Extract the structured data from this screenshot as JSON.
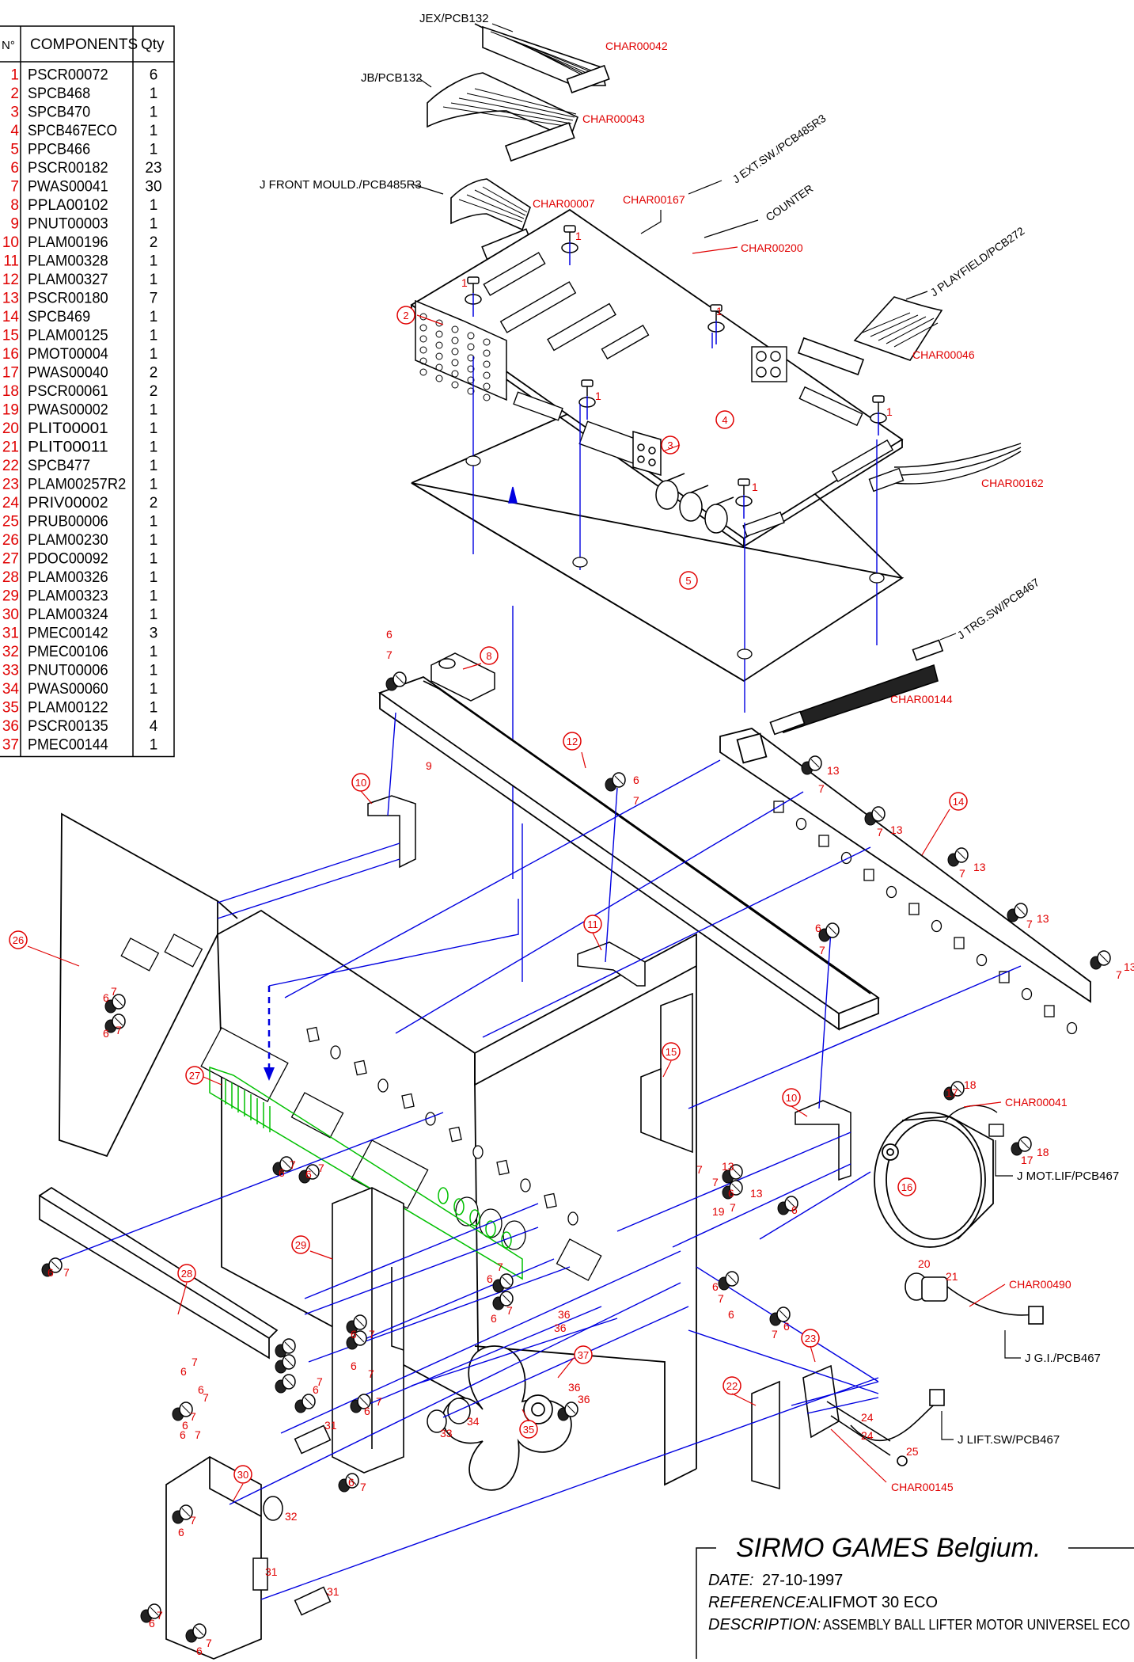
{
  "bom": {
    "headers": {
      "no": "N°",
      "component": "COMPONENTS",
      "qty": "Qty"
    },
    "rows": [
      {
        "no": "1",
        "component": "PSCR00072",
        "qty": "6"
      },
      {
        "no": "2",
        "component": "SPCB468",
        "qty": "1"
      },
      {
        "no": "3",
        "component": "SPCB470",
        "qty": "1"
      },
      {
        "no": "4",
        "component": "SPCB467ECO",
        "qty": "1"
      },
      {
        "no": "5",
        "component": "PPCB466",
        "qty": "1"
      },
      {
        "no": "6",
        "component": "PSCR00182",
        "qty": "23"
      },
      {
        "no": "7",
        "component": "PWAS00041",
        "qty": "30"
      },
      {
        "no": "8",
        "component": "PPLA00102",
        "qty": "1"
      },
      {
        "no": "9",
        "component": "PNUT00003",
        "qty": "1"
      },
      {
        "no": "10",
        "component": "PLAM00196",
        "qty": "2"
      },
      {
        "no": "11",
        "component": "PLAM00328",
        "qty": "1"
      },
      {
        "no": "12",
        "component": "PLAM00327",
        "qty": "1"
      },
      {
        "no": "13",
        "component": "PSCR00180",
        "qty": "7"
      },
      {
        "no": "14",
        "component": "SPCB469",
        "qty": "1"
      },
      {
        "no": "15",
        "component": "PLAM00125",
        "qty": "1"
      },
      {
        "no": "16",
        "component": "PMOT00004",
        "qty": "1"
      },
      {
        "no": "17",
        "component": "PWAS00040",
        "qty": "2"
      },
      {
        "no": "18",
        "component": "PSCR00061",
        "qty": "2"
      },
      {
        "no": "19",
        "component": "PWAS00002",
        "qty": "1"
      },
      {
        "no": "20",
        "component": "PLIT00001",
        "qty": "1"
      },
      {
        "no": "21",
        "component": "PLIT00011",
        "qty": "1"
      },
      {
        "no": "22",
        "component": "SPCB477",
        "qty": "1"
      },
      {
        "no": "23",
        "component": "PLAM00257R2",
        "qty": "1"
      },
      {
        "no": "24",
        "component": "PRIV00002",
        "qty": "2"
      },
      {
        "no": "25",
        "component": "PRUB00006",
        "qty": "1"
      },
      {
        "no": "26",
        "component": "PLAM00230",
        "qty": "1"
      },
      {
        "no": "27",
        "component": "PDOC00092",
        "qty": "1"
      },
      {
        "no": "28",
        "component": "PLAM00326",
        "qty": "1"
      },
      {
        "no": "29",
        "component": "PLAM00323",
        "qty": "1"
      },
      {
        "no": "30",
        "component": "PLAM00324",
        "qty": "1"
      },
      {
        "no": "31",
        "component": "PMEC00142",
        "qty": "3"
      },
      {
        "no": "32",
        "component": "PMEC00106",
        "qty": "1"
      },
      {
        "no": "33",
        "component": "PNUT00006",
        "qty": "1"
      },
      {
        "no": "34",
        "component": "PWAS00060",
        "qty": "1"
      },
      {
        "no": "35",
        "component": "PLAM00122",
        "qty": "1"
      },
      {
        "no": "36",
        "component": "PSCR00135",
        "qty": "4"
      },
      {
        "no": "37",
        "component": "PMEC00144",
        "qty": "1"
      }
    ]
  },
  "cables": {
    "jex": "JEX/PCB132",
    "char42": "CHAR00042",
    "jb": "JB/PCB132",
    "char43": "CHAR00043",
    "jfront": "J FRONT MOULD./PCB485R3",
    "char7": "CHAR00007",
    "char167": "CHAR00167",
    "jext": "J EXT.SW./PCB485R3",
    "counter": "COUNTER",
    "char200": "CHAR00200",
    "jplayfield": "J PLAYFIELD/PCB272",
    "char46": "CHAR00046",
    "char162": "CHAR00162",
    "jtrg": "J TRG.SW/PCB467",
    "char144": "CHAR00144",
    "char41": "CHAR00041",
    "jmot": "J MOT.LIF/PCB467",
    "char490": "CHAR00490",
    "jgi": "J G.I./PCB467",
    "jlift": "J LIFT.SW/PCB467",
    "char145": "CHAR00145"
  },
  "title_block": {
    "company": "SIRMO  GAMES  Belgium.",
    "date_label": "DATE:",
    "date_value": "27-10-1997",
    "reference_label": "REFERENCE:",
    "reference_value": "ALIFMOT  30  ECO",
    "description_label": "DESCRIPTION:",
    "description_value": "ASSEMBLY  BALL  LIFTER  MOTOR  UNIVERSEL  ECO"
  },
  "colors": {
    "callout": "#e00000",
    "assembly_line": "#0000e0",
    "decal": "#00c000",
    "outline": "#000000"
  }
}
